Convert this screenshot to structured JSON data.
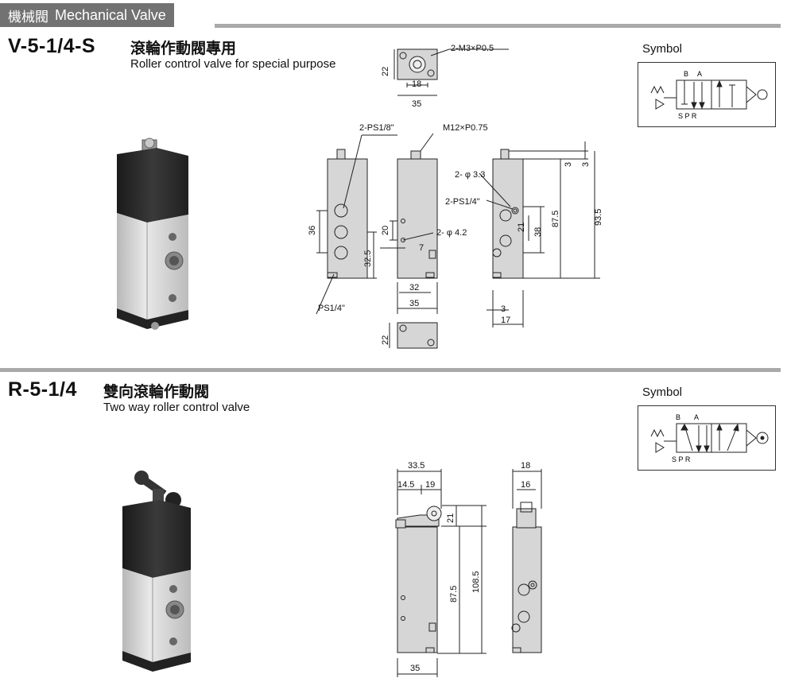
{
  "header": {
    "zh": "機械閥",
    "en": "Mechanical Valve"
  },
  "section1": {
    "model": "V-5-1/4-S",
    "title_zh": "滾輪作動閥專用",
    "title_en": "Roller control valve for special purpose",
    "symbol_label": "Symbol",
    "dims": {
      "d22a": "22",
      "d18": "18",
      "d35a": "35",
      "m3": "2-M3×P0.5",
      "ps18": "2-PS1/8\"",
      "m12": "M12×P0.75",
      "d36": "36",
      "d32_5": "32.5",
      "ps14": "PS1/4\"",
      "d20": "20",
      "d7": "7",
      "phi42": "2- φ 4.2",
      "d32": "32",
      "d35b": "35",
      "phi33": "2- φ 3.3",
      "ps14b": "2-PS1/4\"",
      "d3a": "3",
      "d3b": "3",
      "d93_5": "93.5",
      "d87_5": "87.5",
      "d38": "38",
      "d21": "21",
      "d3c": "3",
      "d17": "17",
      "d22b": "22"
    },
    "symbol_ports": {
      "b": "B",
      "a": "A",
      "bottom": "S P R"
    }
  },
  "section2": {
    "model": "R-5-1/4",
    "title_zh": "雙向滾輪作動閥",
    "title_en": "Two way roller control valve",
    "symbol_label": "Symbol",
    "dims": {
      "d33_5": "33.5",
      "d14_5": "14.5",
      "d19": "19",
      "d21": "21",
      "d87_5": "87.5",
      "d108_5": "108.5",
      "d35": "35",
      "d18": "18",
      "d16": "16"
    },
    "symbol_ports": {
      "b": "B",
      "a": "A",
      "bottom": "S P R"
    }
  },
  "colors": {
    "header_bg": "#727272",
    "rule": "#a9a9a9",
    "valve_body": "#d6d6d6",
    "valve_top": "#2a2a2a"
  }
}
